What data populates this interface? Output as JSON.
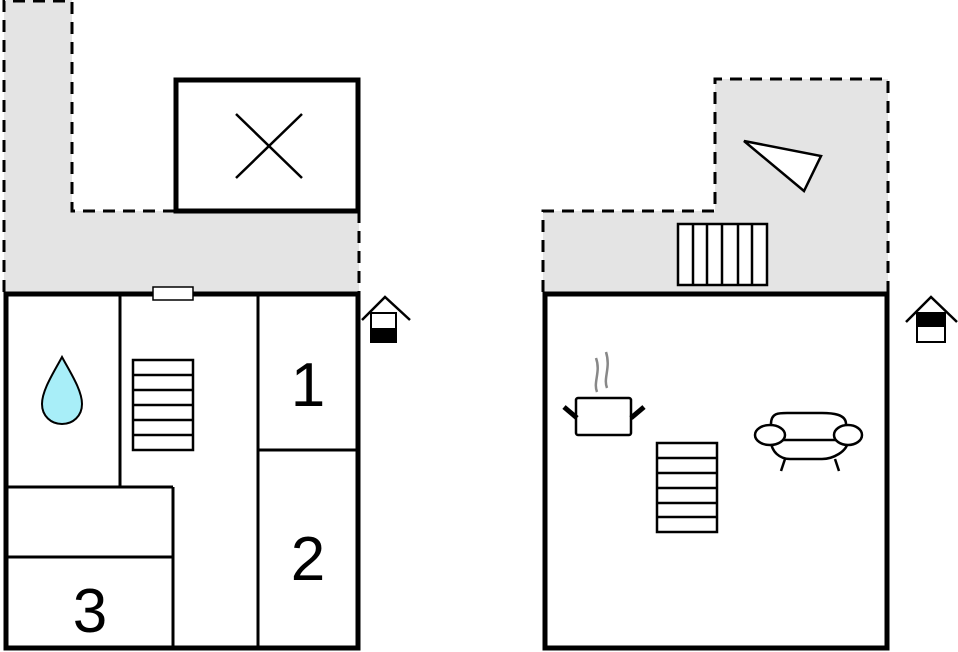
{
  "floor_plan": {
    "ground_floor": {
      "rooms": [
        {
          "label": "1"
        },
        {
          "label": "2"
        },
        {
          "label": "3"
        }
      ],
      "icons": [
        "bathroom-drop-icon",
        "stairs-icon",
        "entrance-house-icon",
        "skylight-x-icon"
      ]
    },
    "upper_floor": {
      "icons": [
        "kitchen-pot-icon",
        "stairs-icon",
        "sofa-icon",
        "terrace-stairs-icon",
        "sun-lounger-icon",
        "entrance-house-icon"
      ]
    },
    "colors": {
      "terrace": "#e4e4e4",
      "water": "#a8eef8",
      "wall": "#000000"
    }
  }
}
